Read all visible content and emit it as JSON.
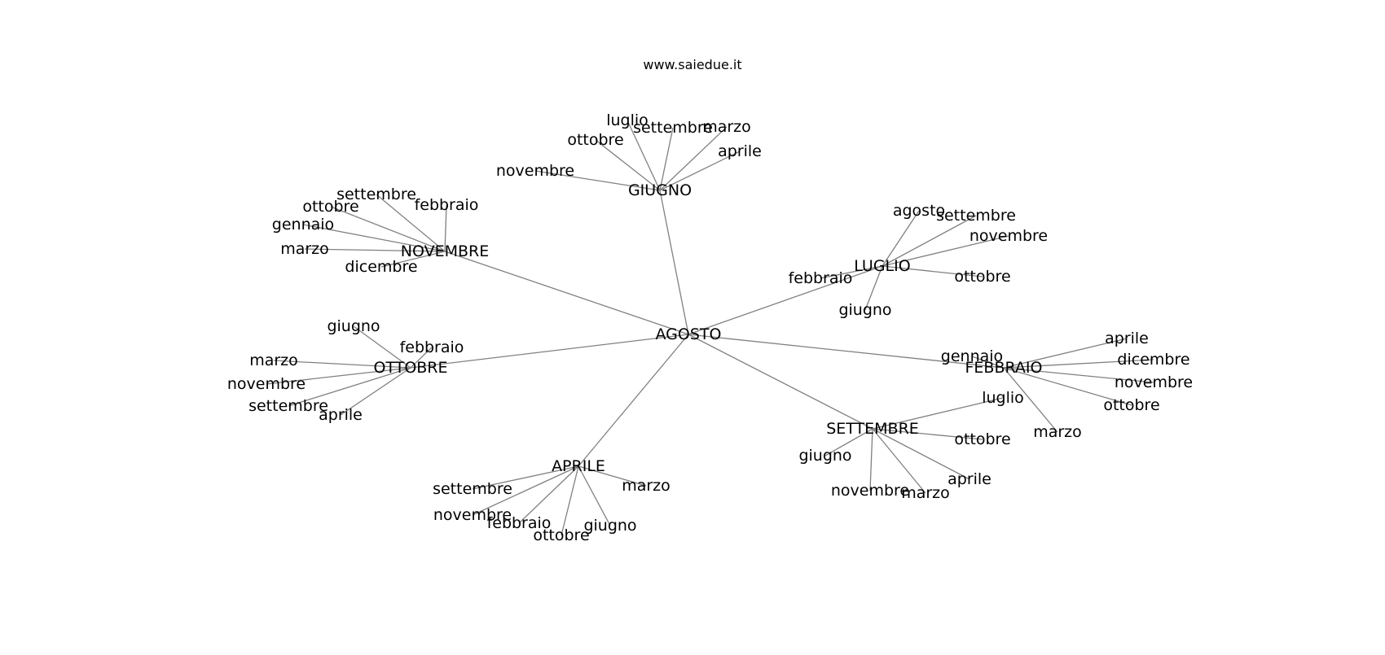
{
  "site": "www.saiedue.it",
  "graph": {
    "center": "AGOSTO",
    "hubs": [
      {
        "name": "GIUGNO",
        "leaves": [
          "luglio",
          "settembre",
          "marzo",
          "ottobre",
          "aprile",
          "novembre"
        ]
      },
      {
        "name": "NOVEMBRE",
        "leaves": [
          "settembre",
          "febbraio",
          "ottobre",
          "gennaio",
          "marzo",
          "dicembre"
        ]
      },
      {
        "name": "LUGLIO",
        "leaves": [
          "agosto",
          "settembre",
          "novembre",
          "febbraio",
          "ottobre",
          "giugno"
        ]
      },
      {
        "name": "OTTOBRE",
        "leaves": [
          "giugno",
          "febbraio",
          "marzo",
          "novembre",
          "settembre",
          "aprile"
        ]
      },
      {
        "name": "FEBBRAIO",
        "leaves": [
          "aprile",
          "gennaio",
          "dicembre",
          "novembre",
          "ottobre",
          "marzo"
        ]
      },
      {
        "name": "SETTEMBRE",
        "leaves": [
          "luglio",
          "ottobre",
          "giugno",
          "aprile",
          "novembre",
          "marzo"
        ]
      },
      {
        "name": "APRILE",
        "leaves": [
          "settembre",
          "marzo",
          "novembre",
          "febbraio",
          "giugno",
          "ottobre"
        ]
      }
    ]
  }
}
